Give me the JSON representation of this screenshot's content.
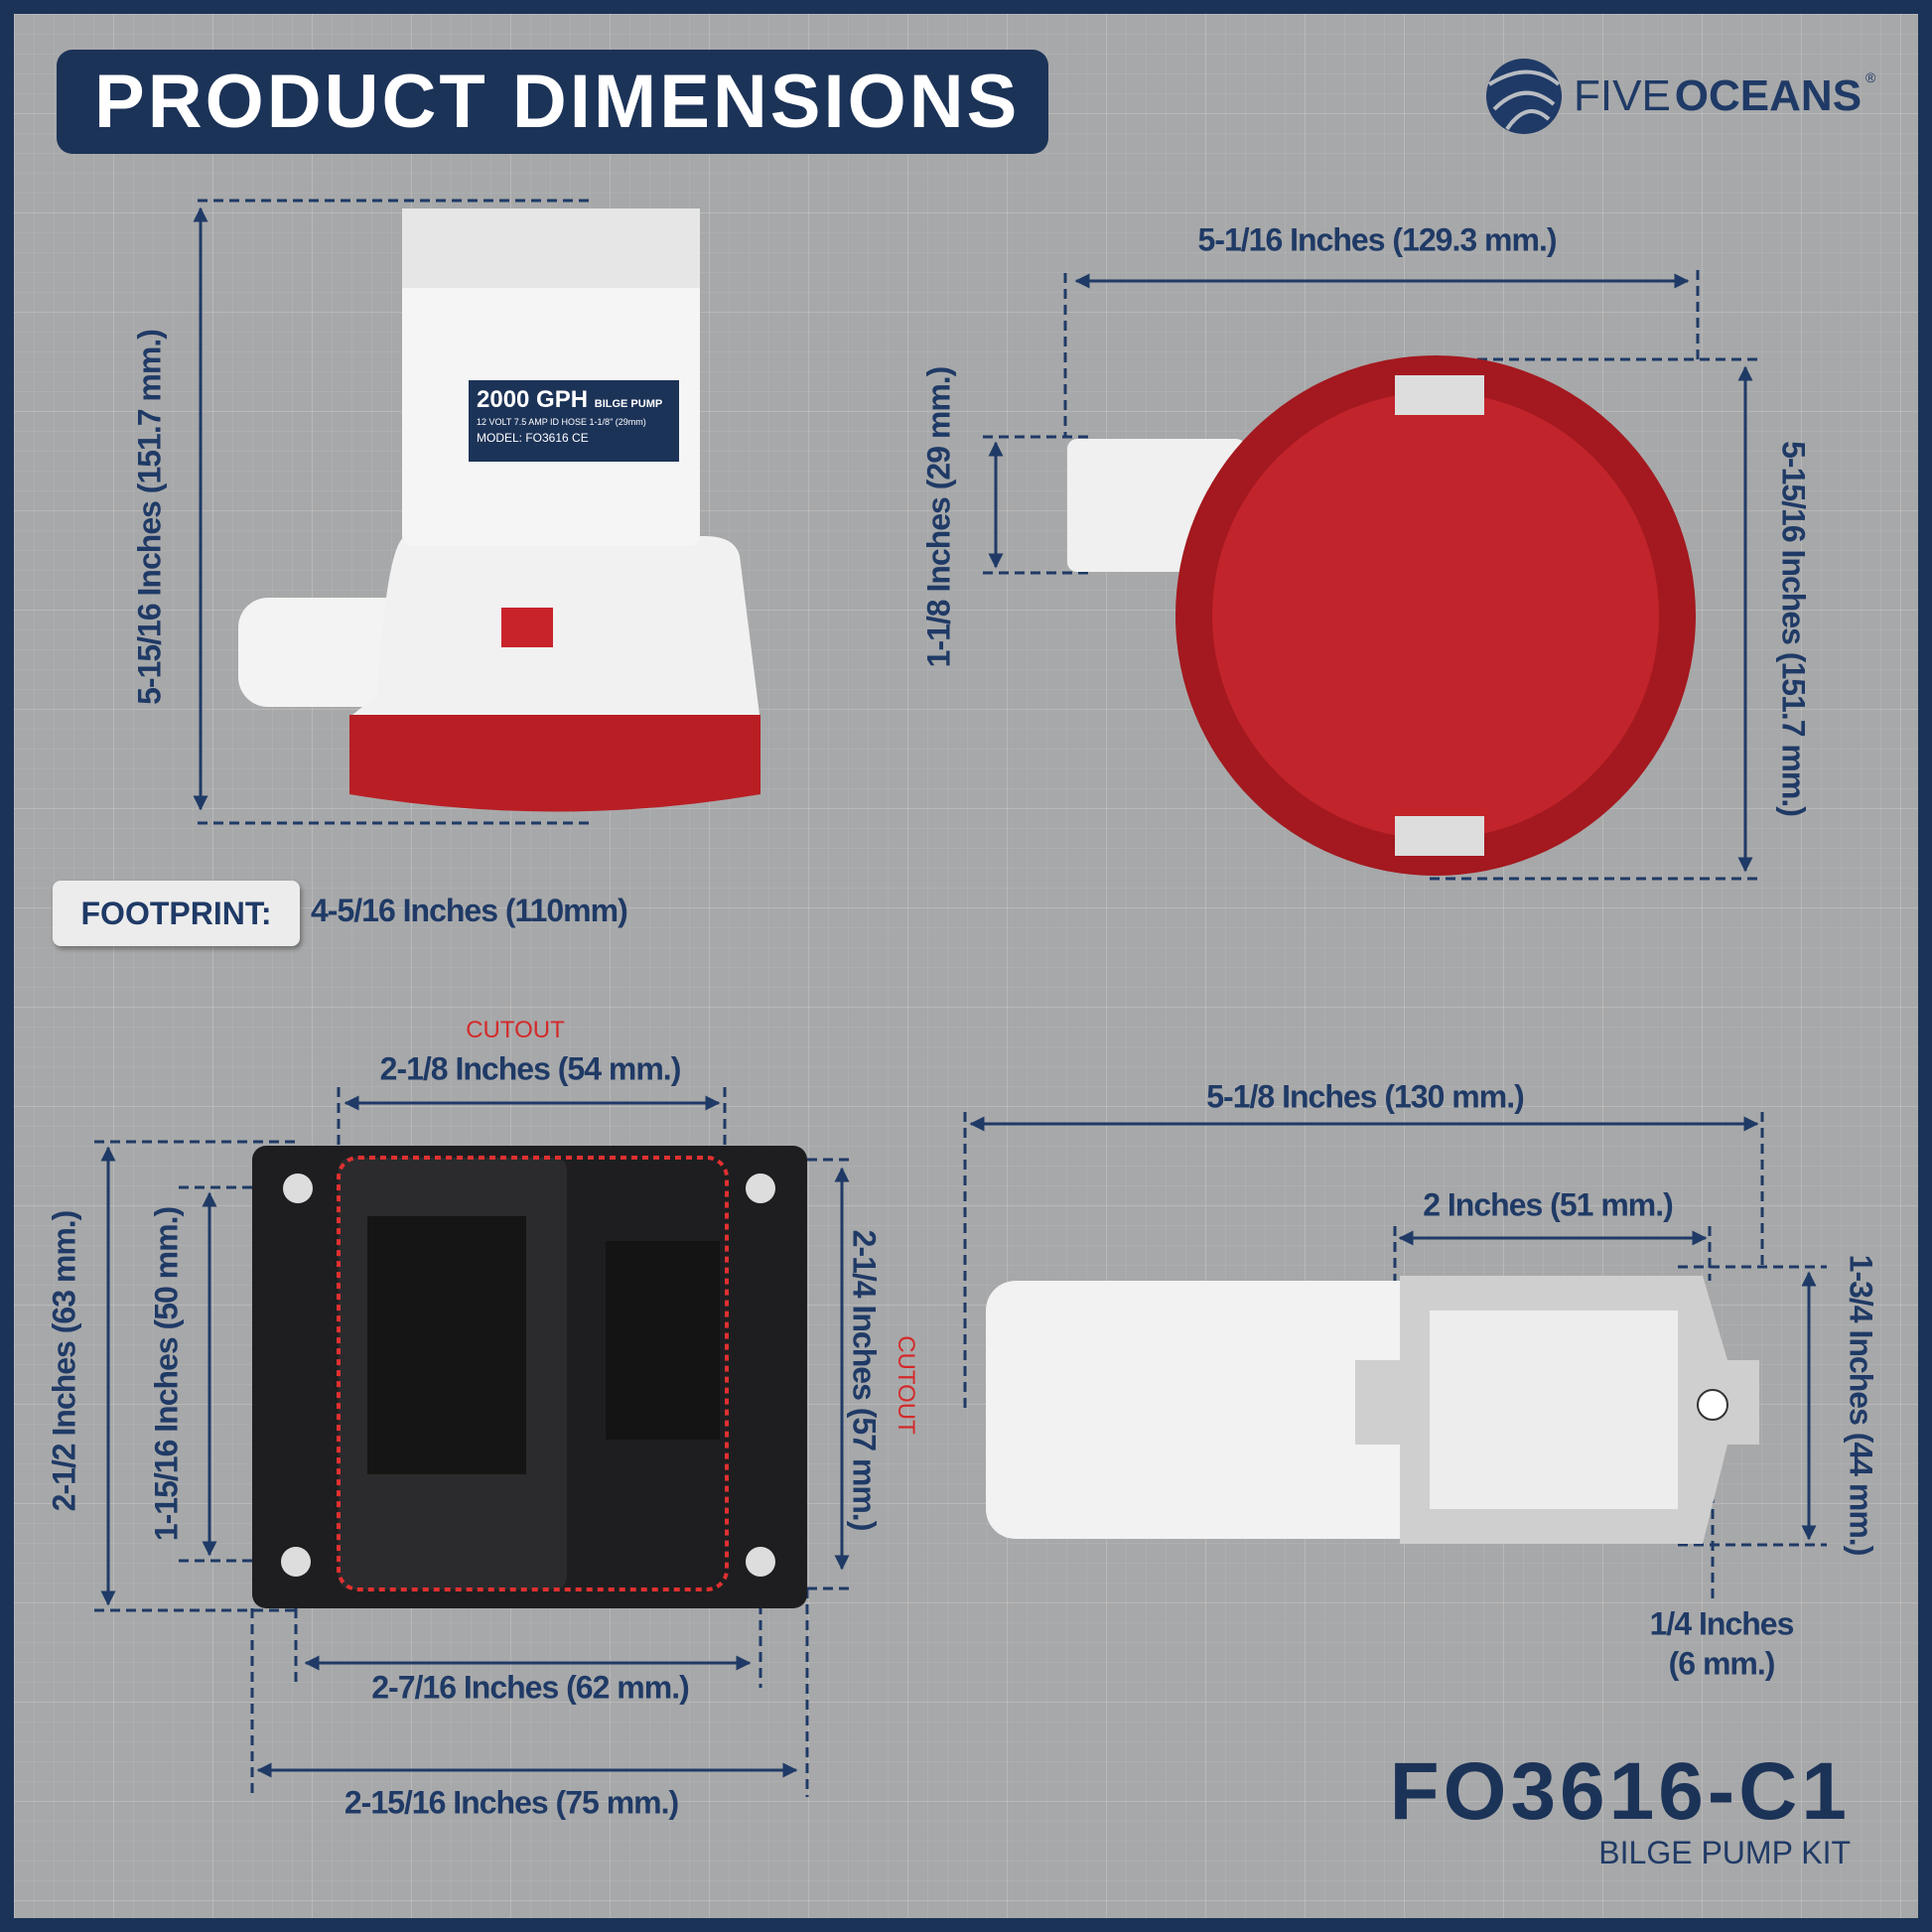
{
  "header": {
    "title": "PRODUCT DIMENSIONS",
    "brand_light": "FIVE",
    "brand_bold": "OCEANS",
    "brand_mark": "®"
  },
  "pump_label": {
    "line1": "2000 GPH",
    "line1_small": "BILGE PUMP",
    "line2": "12 VOLT 7.5 AMP ID HOSE 1-1/8\" (29mm)",
    "line3": "MODEL: FO3616  CE"
  },
  "pump_side": {
    "height": "5-15/16 Inches   (151.7 mm.)"
  },
  "pump_top": {
    "width": "5-1/16 Inches   (129.3 mm.)",
    "outlet": "1-1/8 Inches  (29 mm.)",
    "height": "5-15/16 Inches  (151.7 mm.)"
  },
  "footprint": {
    "label": "FOOTPRINT:",
    "value": "4-5/16 Inches (110mm)"
  },
  "switch_panel": {
    "cutout_label": "CUTOUT",
    "cutout_width": "2-1/8 Inches (54 mm.)",
    "outer_height": "2-1/2 Inches  (63 mm.)",
    "inner_height": "1-15/16 Inches (50 mm.)",
    "cutout_height": "2-1/4 Inches  (57 mm.)",
    "cutout_height_label": "CUTOUT",
    "hole_width": "2-7/16 Inches   (62 mm.)",
    "outer_width": "2-15/16 Inches   (75 mm.)"
  },
  "float_switch": {
    "length": "5-1/8 Inches   (130 mm.)",
    "body_width": "2 Inches  (51 mm.)",
    "height": "1-3/4 Inches (44 mm.)",
    "tab_line1": "1/4 Inches",
    "tab_line2": "(6 mm.)"
  },
  "product": {
    "model": "FO3616-C1",
    "subtitle": "BILGE PUMP KIT"
  },
  "colors": {
    "navy": "#1c3358",
    "red": "#b81e24",
    "background": "#a7a8a9"
  }
}
